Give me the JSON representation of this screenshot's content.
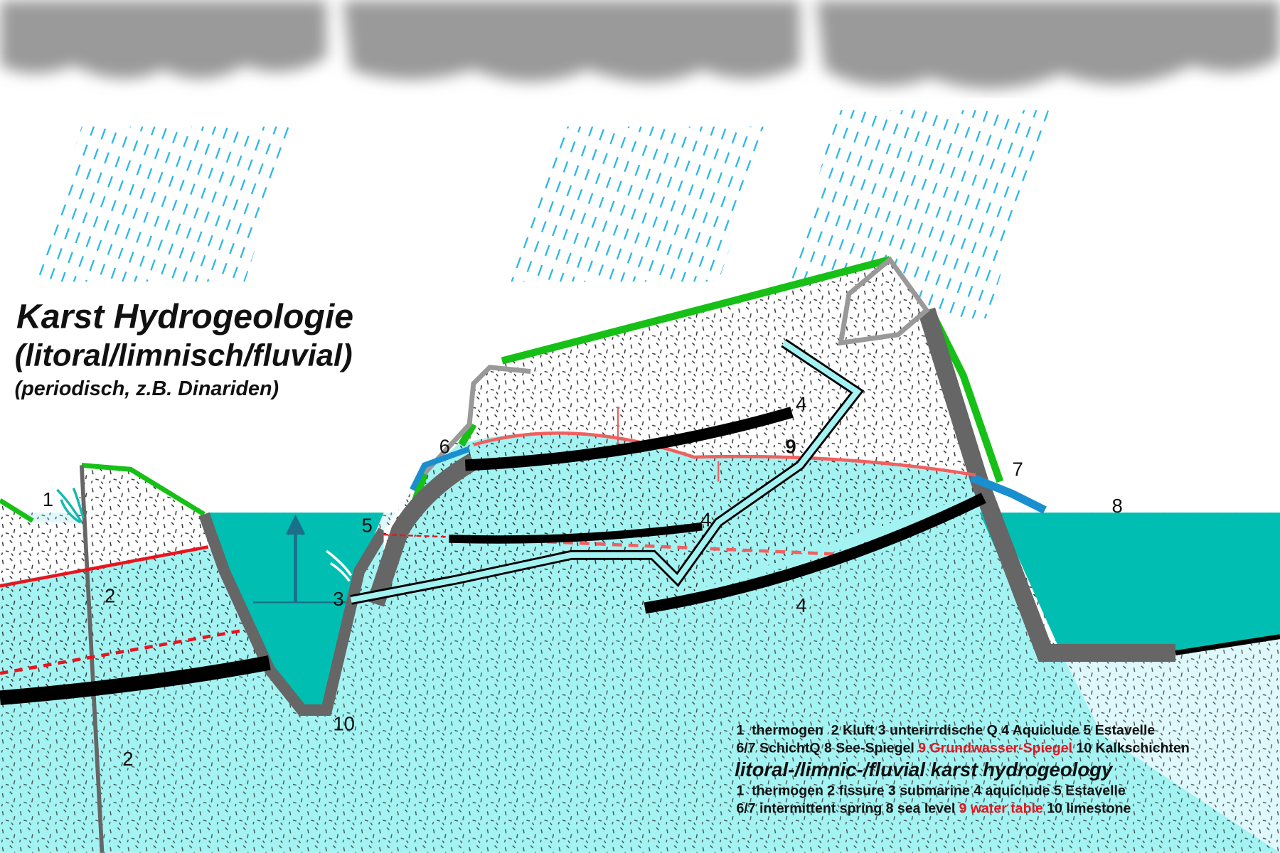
{
  "title": {
    "line1": "Karst Hydrogeologie",
    "line2": "(litoral/limnisch/fluvial)",
    "line3": "(periodisch, z.B. Dinariden)"
  },
  "labels": {
    "n1": "1",
    "n2a": "2",
    "n2b": "2",
    "n3": "3",
    "n4a": "4",
    "n4b": "4",
    "n4c": "4",
    "n5": "5",
    "n6": "6",
    "n7": "7",
    "n8": "8",
    "n9": "9",
    "n10": "10"
  },
  "legend_de": {
    "line1": "1  thermogen  2 Kluft 3 unterirrdische Q 4 Aquiclude 5 Estavelle",
    "line2_a": "6/7 SchichtQ 8 See-Spiegel ",
    "line2_red": "9 Grundwasser-Spiegel",
    "line2_b": " 10 Kalkschichten"
  },
  "legend_en": {
    "heading": "litoral-/limnic-/fluvial karst hydrogeology",
    "line1": "1  thermogen 2 fissure 3 submarine 4 aquiclude 5 Estavelle",
    "line2_a": "6/7 intermittent spring 8 sea level ",
    "line2_red": "9 water table",
    "line2_b": " 10 limestone"
  },
  "colors": {
    "sea": "#00bfb2",
    "groundwater": "#a4f3f3",
    "rain": "#29b6e8",
    "vegetation": "#16c016",
    "water_table": "#e8141e",
    "aquiclude": "#000000",
    "cliff": "#666666"
  }
}
